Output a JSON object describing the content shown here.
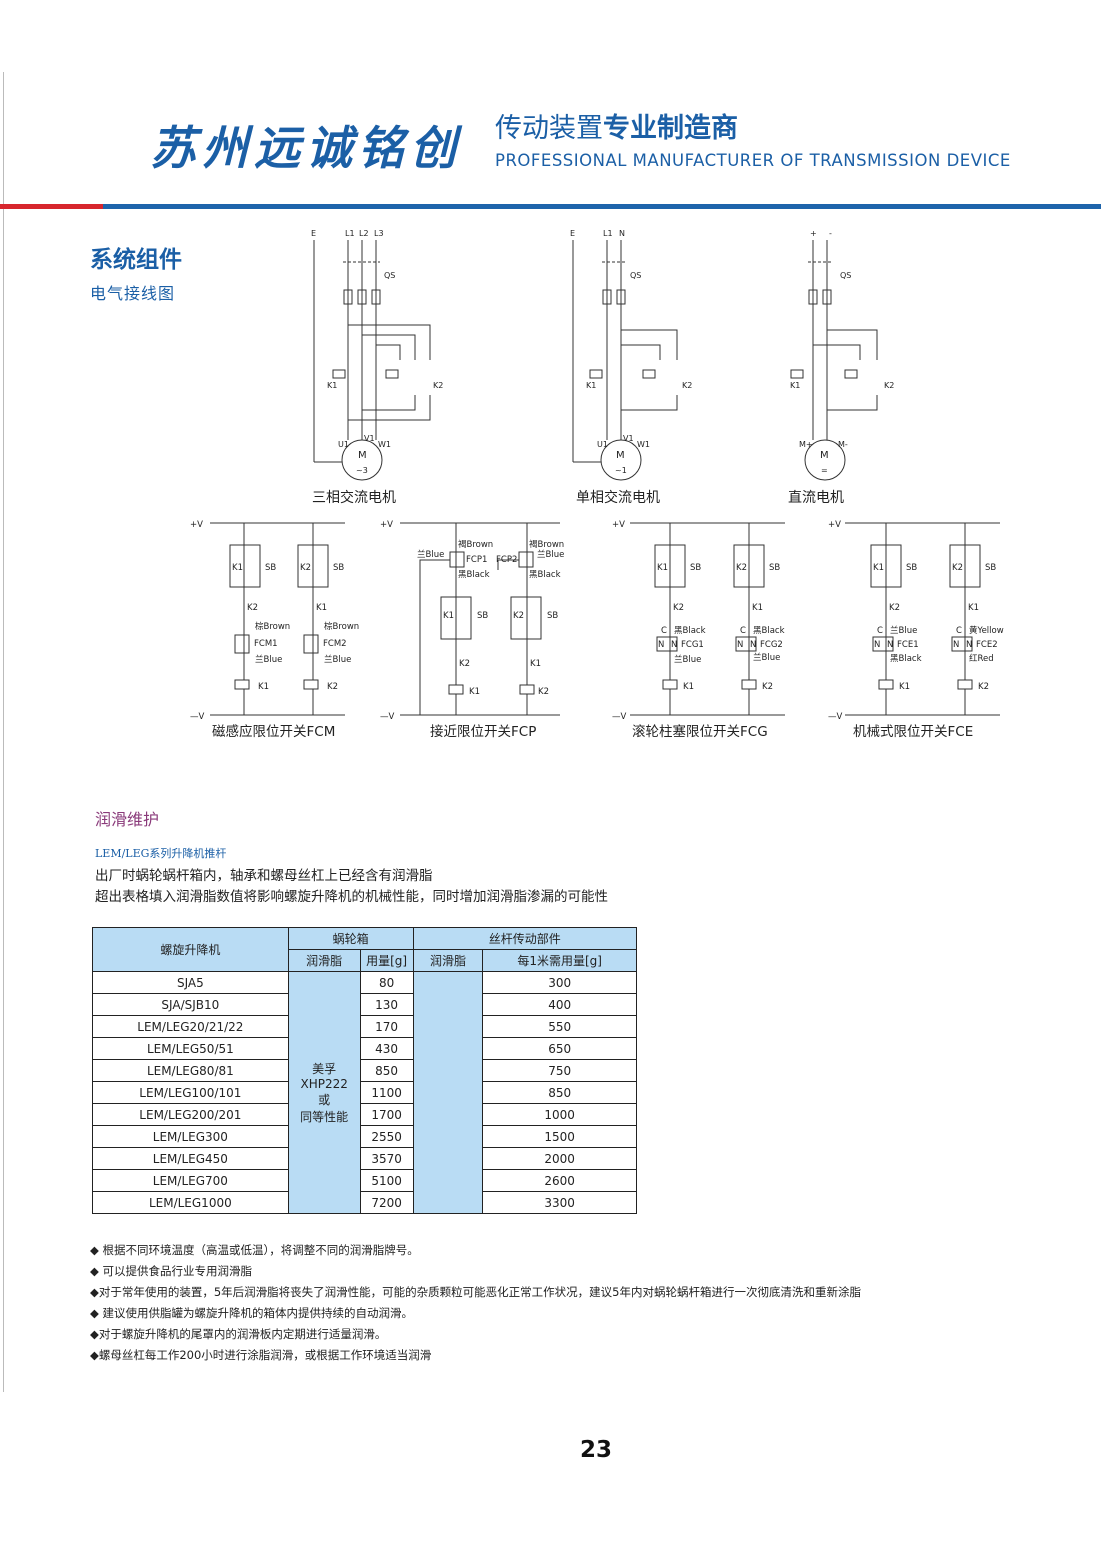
{
  "header": {
    "brand": "苏州远诚铭创",
    "slogan_plain": "传动装置",
    "slogan_bold": "专业制造商",
    "slogan_en": "PROFESSIONAL MANUFACTURER OF TRANSMISSION DEVICE"
  },
  "colors": {
    "brand_blue": "#1b5fa6",
    "accent_red": "#d7262d",
    "table_fill": "#b9dcf4"
  },
  "section": {
    "title": "系统组件",
    "subtitle": "电气接线图"
  },
  "motor_diagrams": [
    {
      "caption": "三相交流电机",
      "supply": [
        "E",
        "L1",
        "L2",
        "L3"
      ],
      "switch": "QS",
      "relays": [
        "K1",
        "K2"
      ],
      "terminals": [
        "U1",
        "V1",
        "W1"
      ],
      "motor_top": "M",
      "motor_bottom": "~3"
    },
    {
      "caption": "单相交流电机",
      "supply": [
        "E",
        "L1",
        "N"
      ],
      "switch": "QS",
      "relays": [
        "K1",
        "K2"
      ],
      "terminals": [
        "U1",
        "V1",
        "W1"
      ],
      "motor_top": "M",
      "motor_bottom": "~1"
    },
    {
      "caption": "直流电机",
      "supply": [
        "+",
        "-"
      ],
      "switch": "QS",
      "relays": [
        "K1",
        "K2"
      ],
      "terminals": [
        "M+",
        "M-"
      ],
      "motor_top": "M",
      "motor_bottom": "="
    }
  ],
  "switch_diagrams": {
    "plus": "+V",
    "minus": "—V",
    "items": [
      {
        "caption": "磁感应限位开关FCM",
        "sensors": [
          "FCM1",
          "FCM2"
        ],
        "top_wire": "棕Brown",
        "bottom_wire": "兰Blue"
      },
      {
        "caption": "接近限位开关FCP",
        "sensors": [
          "FCP1",
          "FCP2"
        ],
        "top_wire": "褐Brown",
        "side_wire": "兰Blue",
        "bottom_wire": "黑Black"
      },
      {
        "caption": "滚轮柱塞限位开关FCG",
        "sensors": [
          "FCG1",
          "FCG2"
        ],
        "top_wire": "黑Black",
        "bottom_wire": "兰Blue"
      },
      {
        "caption": "机械式限位开关FCE",
        "sensors": [
          "FCE1",
          "FCE2"
        ],
        "wire_1a": "兰Blue",
        "wire_1b": "黑Black",
        "wire_2a": "黄Yellow",
        "wire_2b": "红Red"
      }
    ],
    "labels": {
      "k1": "K1",
      "k2": "K2",
      "sb": "SB",
      "c": "C",
      "no": "N",
      "nc": "N"
    }
  },
  "lubrication": {
    "title": "润滑维护",
    "subtitle": "LEM/LEG系列升降机推杆",
    "line1": "出厂时蜗轮蜗杆箱内，轴承和螺母丝杠上已经含有润滑脂",
    "line2": "超出表格填入润滑脂数值将影响螺旋升降机的机械性能，同时增加润滑脂渗漏的可能性",
    "table": {
      "col_model": "螺旋升降机",
      "group_worm": "蜗轮箱",
      "group_screw": "丝杆传动部件",
      "sub_grease": "润滑脂",
      "sub_qty": "用量[g]",
      "sub_grease2": "润滑脂",
      "sub_per_m": "每1米需用量[g]",
      "grease_1": "美孚",
      "grease_2": "XHP222",
      "grease_3": "或",
      "grease_4": "同等性能",
      "rows": [
        {
          "model": "SJA5",
          "qty": "80",
          "per_m": "300"
        },
        {
          "model": "SJA/SJB10",
          "qty": "130",
          "per_m": "400"
        },
        {
          "model": "LEM/LEG20/21/22",
          "qty": "170",
          "per_m": "550"
        },
        {
          "model": "LEM/LEG50/51",
          "qty": "430",
          "per_m": "650"
        },
        {
          "model": "LEM/LEG80/81",
          "qty": "850",
          "per_m": "750"
        },
        {
          "model": "LEM/LEG100/101",
          "qty": "1100",
          "per_m": "850"
        },
        {
          "model": "LEM/LEG200/201",
          "qty": "1700",
          "per_m": "1000"
        },
        {
          "model": "LEM/LEG300",
          "qty": "2550",
          "per_m": "1500"
        },
        {
          "model": "LEM/LEG450",
          "qty": "3570",
          "per_m": "2000"
        },
        {
          "model": "LEM/LEG700",
          "qty": "5100",
          "per_m": "2600"
        },
        {
          "model": "LEM/LEG1000",
          "qty": "7200",
          "per_m": "3300"
        }
      ]
    },
    "notes": [
      "◆ 根据不同环境温度（高温或低温），将调整不同的润滑脂牌号。",
      "◆ 可以提供食品行业专用润滑脂",
      "◆对于常年使用的装置，5年后润滑脂将丧失了润滑性能，可能的杂质颗粒可能恶化正常工作状况，建议5年内对蜗轮蜗杆箱进行一次彻底清洗和重新涂脂",
      "◆ 建议使用供脂罐为螺旋升降机的箱体内提供持续的自动润滑。",
      "◆对于螺旋升降机的尾罩内的润滑板内定期进行适量润滑。",
      "◆螺母丝杠每工作200小时进行涂脂润滑，或根据工作环境适当润滑"
    ]
  },
  "page_number": "23"
}
